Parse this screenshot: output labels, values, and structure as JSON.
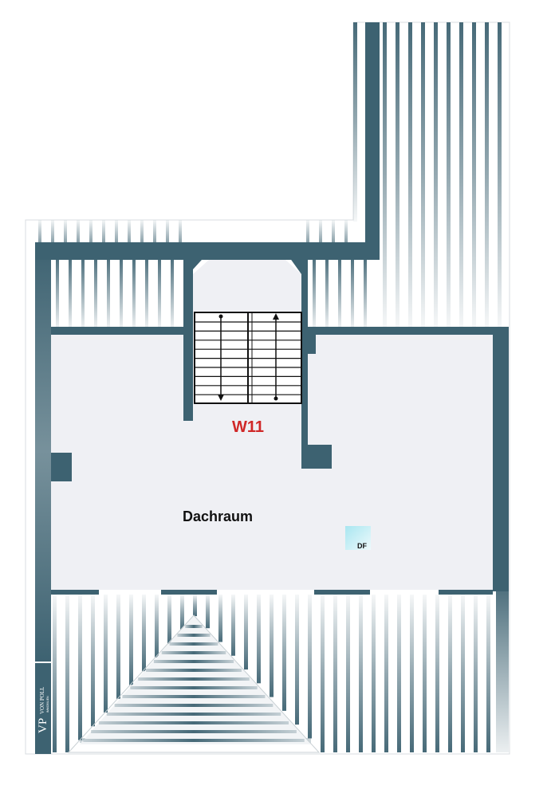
{
  "labels": {
    "unit": "W11",
    "room": "Dachraum",
    "skylight": "DF"
  },
  "logo": {
    "monogram": "VP",
    "name": "VON POLL",
    "sub": "IMMOBILIEN"
  },
  "colors": {
    "wall": "#3d6271",
    "floor": "#eff0f4",
    "roof_stripe": "#3d6271",
    "unit_label": "#d02828",
    "text": "#111111",
    "skylight": "#c9ecf3"
  }
}
